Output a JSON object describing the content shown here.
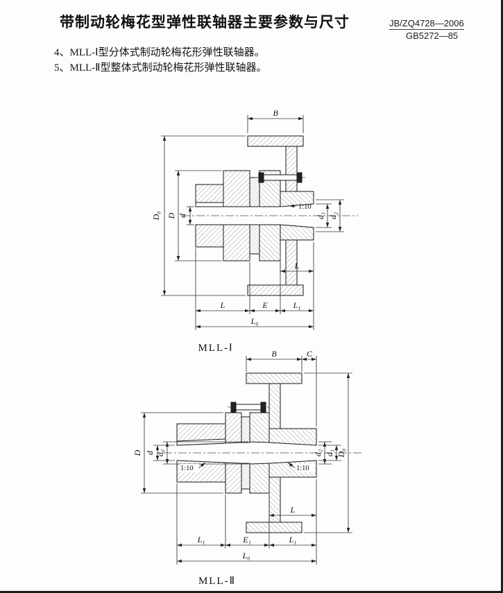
{
  "header": {
    "title": "带制动轮梅花型弹性联轴器主要参数与尺寸",
    "standard_line1": "JB/ZQ4728—2006",
    "standard_line2": "GB5272—85"
  },
  "notes": [
    {
      "text": "4、MLL-Ⅰ型分体式制动轮梅花形弹性联轴器。"
    },
    {
      "text": "5、MLL-Ⅱ型整体式制动轮梅花形弹性联轴器。"
    }
  ],
  "figure1": {
    "caption": "MLL-Ⅰ",
    "dims": {
      "B": "B",
      "D0": "D₀",
      "D": "D",
      "d": "d",
      "d1": "d₁",
      "d2": "d₂",
      "L_hub": "L",
      "L": "L",
      "E": "E",
      "L1": "L₁",
      "L0": "L₀",
      "taper": "1:10"
    }
  },
  "figure2": {
    "caption": "MLL-Ⅱ",
    "dims": {
      "B": "B",
      "C": "C",
      "D": "D",
      "d": "d",
      "d0": "d₀",
      "d2": "d₂",
      "d1": "d₁",
      "D0": "D₀",
      "L": "L",
      "L1_left": "L₁",
      "E1": "E₁",
      "L1_right": "L₁",
      "L0": "L₀",
      "taper_left": "1:10",
      "taper_right": "1:10"
    }
  }
}
